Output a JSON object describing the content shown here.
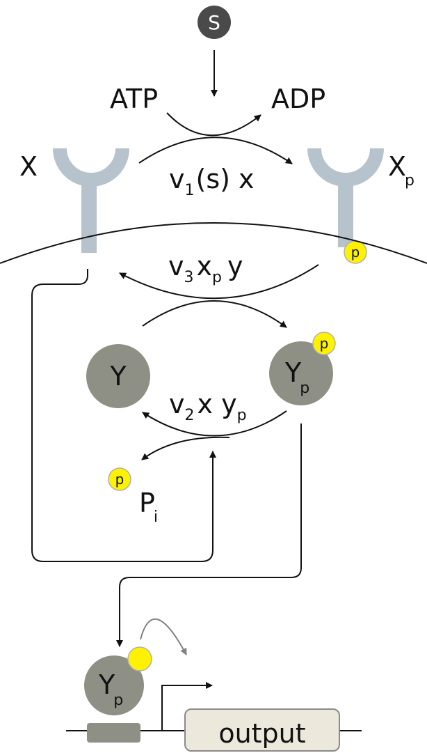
{
  "signal": {
    "label": "S"
  },
  "atp": {
    "label": "ATP"
  },
  "adp": {
    "label": "ADP"
  },
  "receptor": {
    "x_label": "X",
    "xp_label": "X",
    "xp_sub": "p"
  },
  "reactions": {
    "v1": {
      "a": "v",
      "a_sub": "1",
      "b": "(s) x"
    },
    "v3": {
      "a": "v",
      "a_sub": "3",
      "b": "x",
      "b_sub": "p",
      "c": "y"
    },
    "v2": {
      "a": "v",
      "a_sub": "2",
      "b": "x y",
      "b_sub": "p"
    }
  },
  "species": {
    "y_label": "Y",
    "yp_label": "Y",
    "yp_sub": "p",
    "pi_label": "P",
    "pi_sub": "i",
    "gene_yp_label": "Y",
    "gene_yp_sub": "p",
    "phospho": "p"
  },
  "gene": {
    "output_label": "output"
  },
  "colors": {
    "receptor": "#b7c3cc",
    "protein": "#8e9085",
    "phosphate": "#fff200",
    "signal": "#4a4a4a",
    "output_box": "#ece8dc"
  }
}
